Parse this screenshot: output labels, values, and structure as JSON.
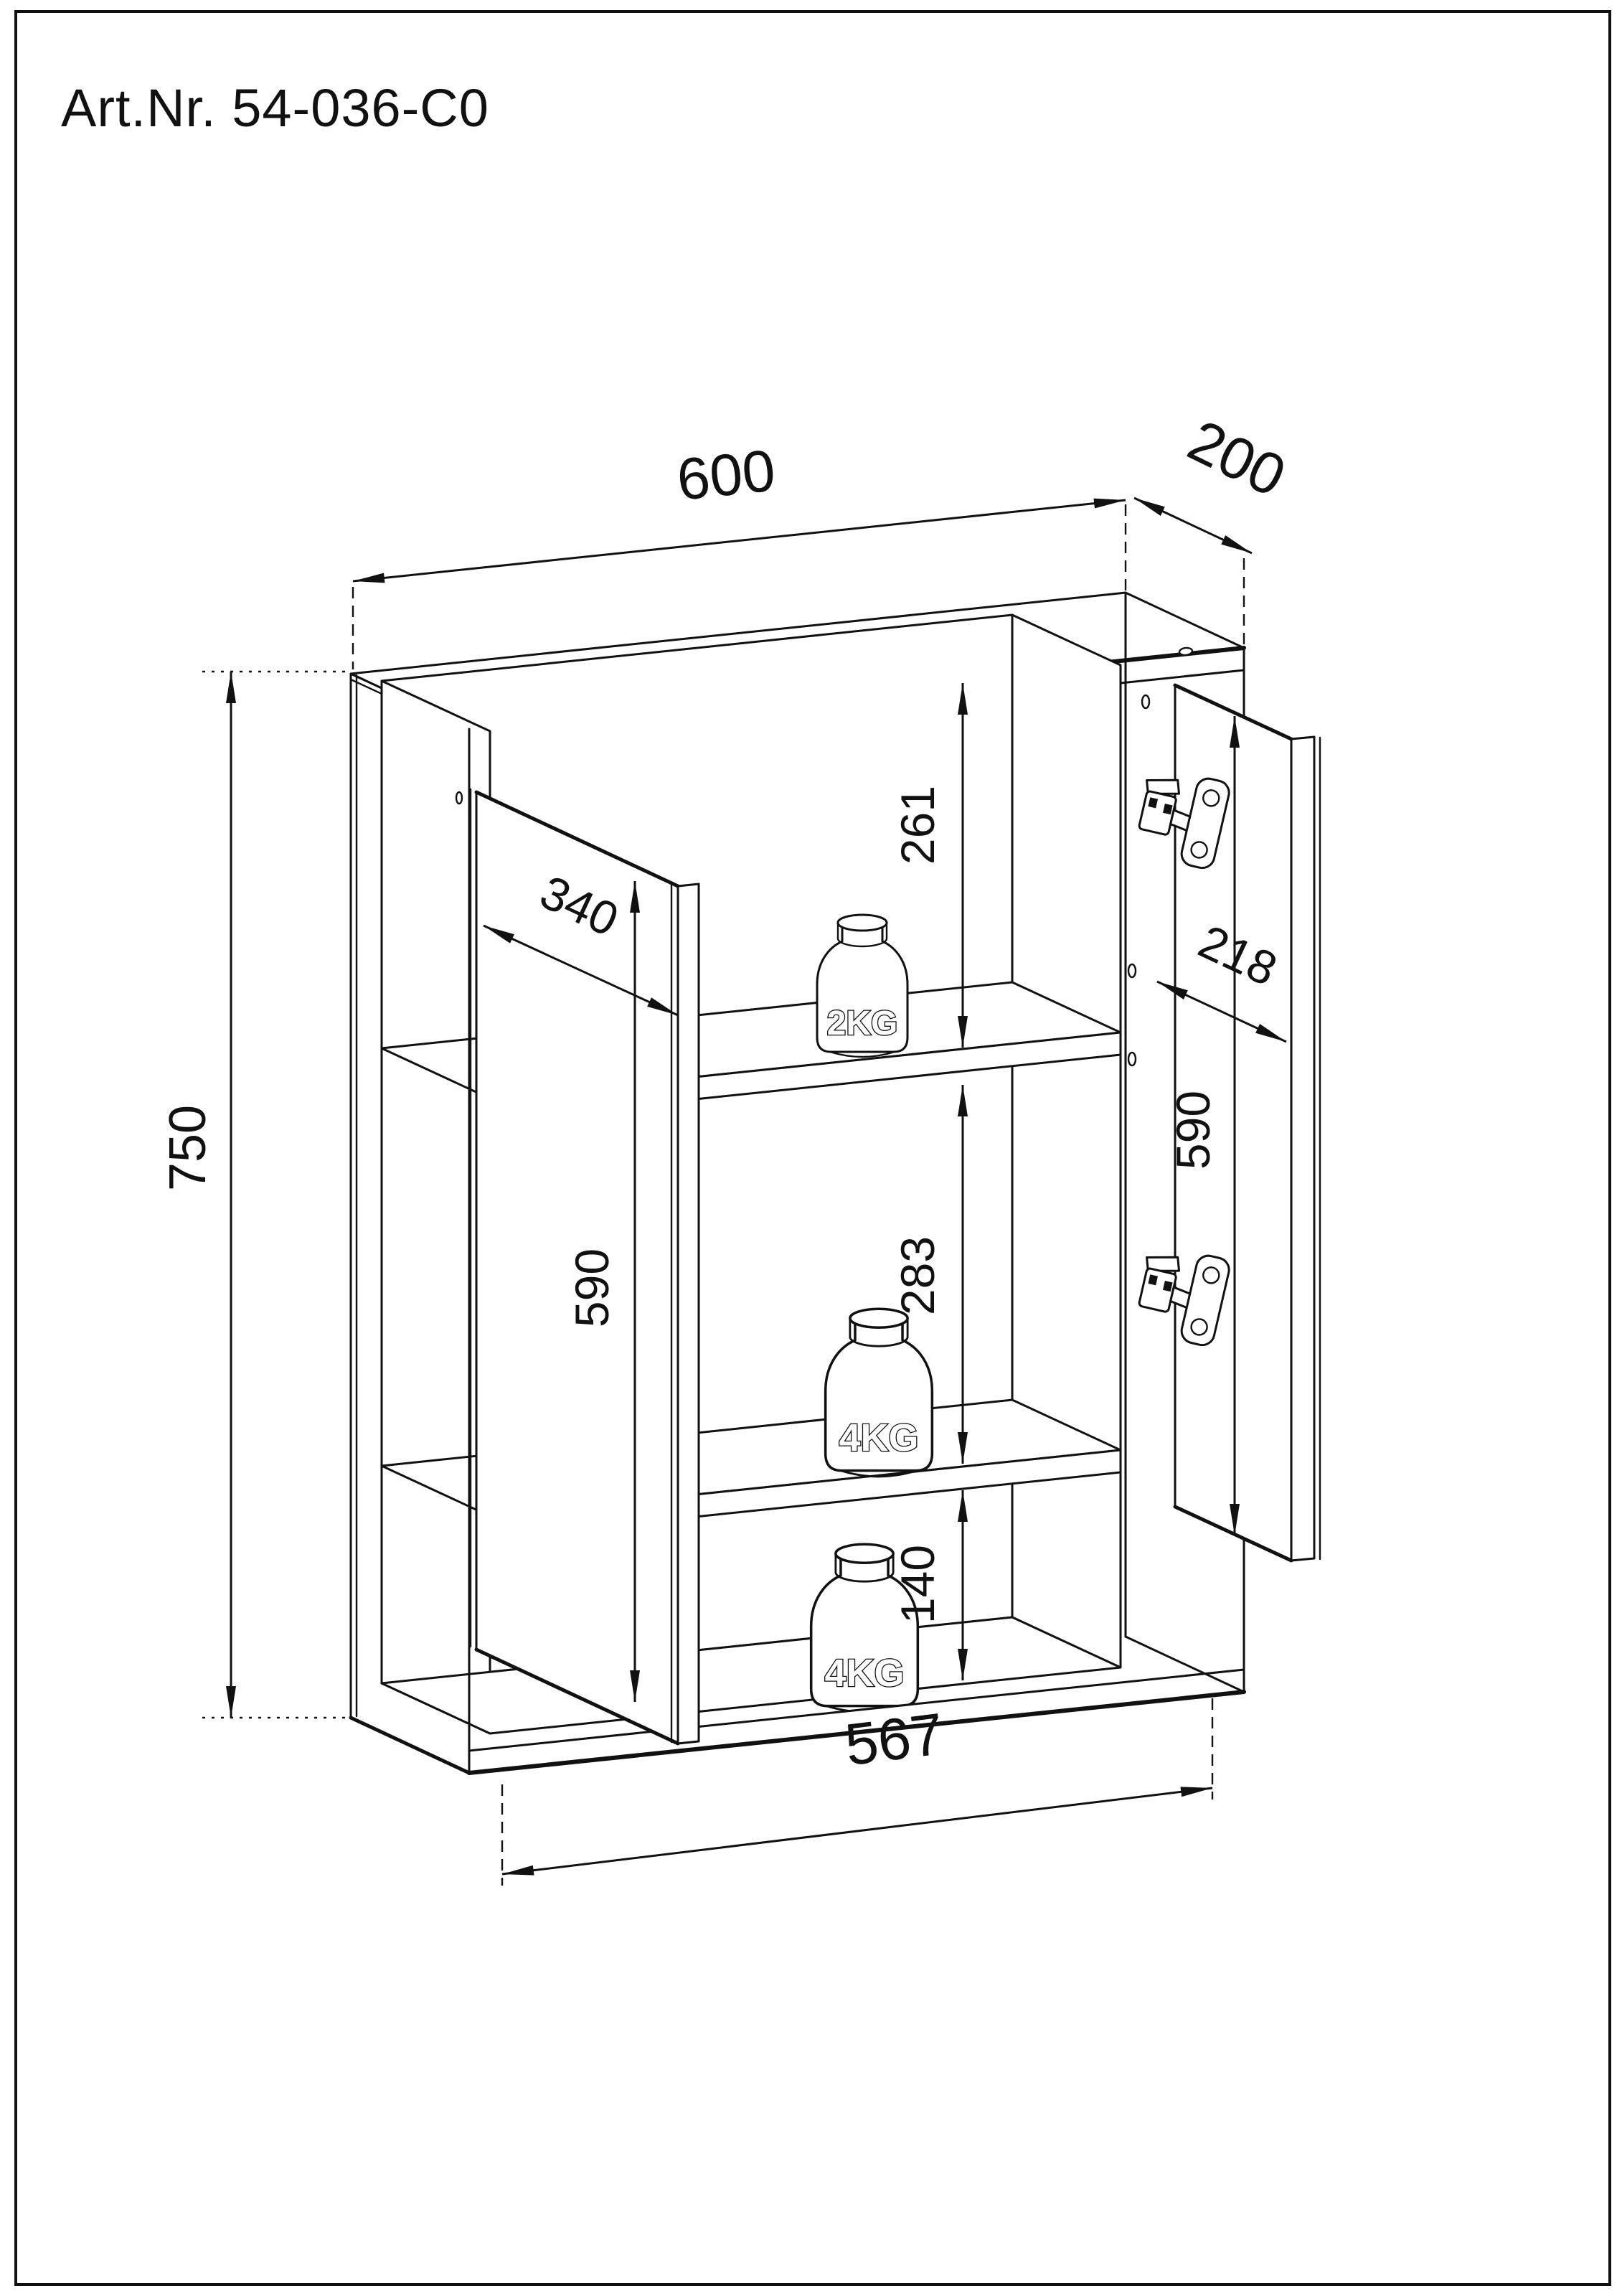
{
  "page": {
    "title": "Art.Nr. 54-036-C0"
  },
  "drawing": {
    "type": "cabinet-technical-drawing",
    "dimensions": {
      "overall_width": "600",
      "overall_depth": "200",
      "overall_height": "750",
      "left_door_width": "340",
      "left_door_height": "590",
      "right_door_width": "218",
      "right_door_height": "590",
      "top_compartment_height": "261",
      "middle_compartment_height": "283",
      "bottom_compartment_height": "140",
      "interior_width": "567"
    },
    "load_labels": {
      "top_shelf": "2KG",
      "middle_shelf": "4KG",
      "bottom_shelf": "4KG"
    },
    "colors": {
      "line": "#111111",
      "background": "#ffffff"
    }
  }
}
